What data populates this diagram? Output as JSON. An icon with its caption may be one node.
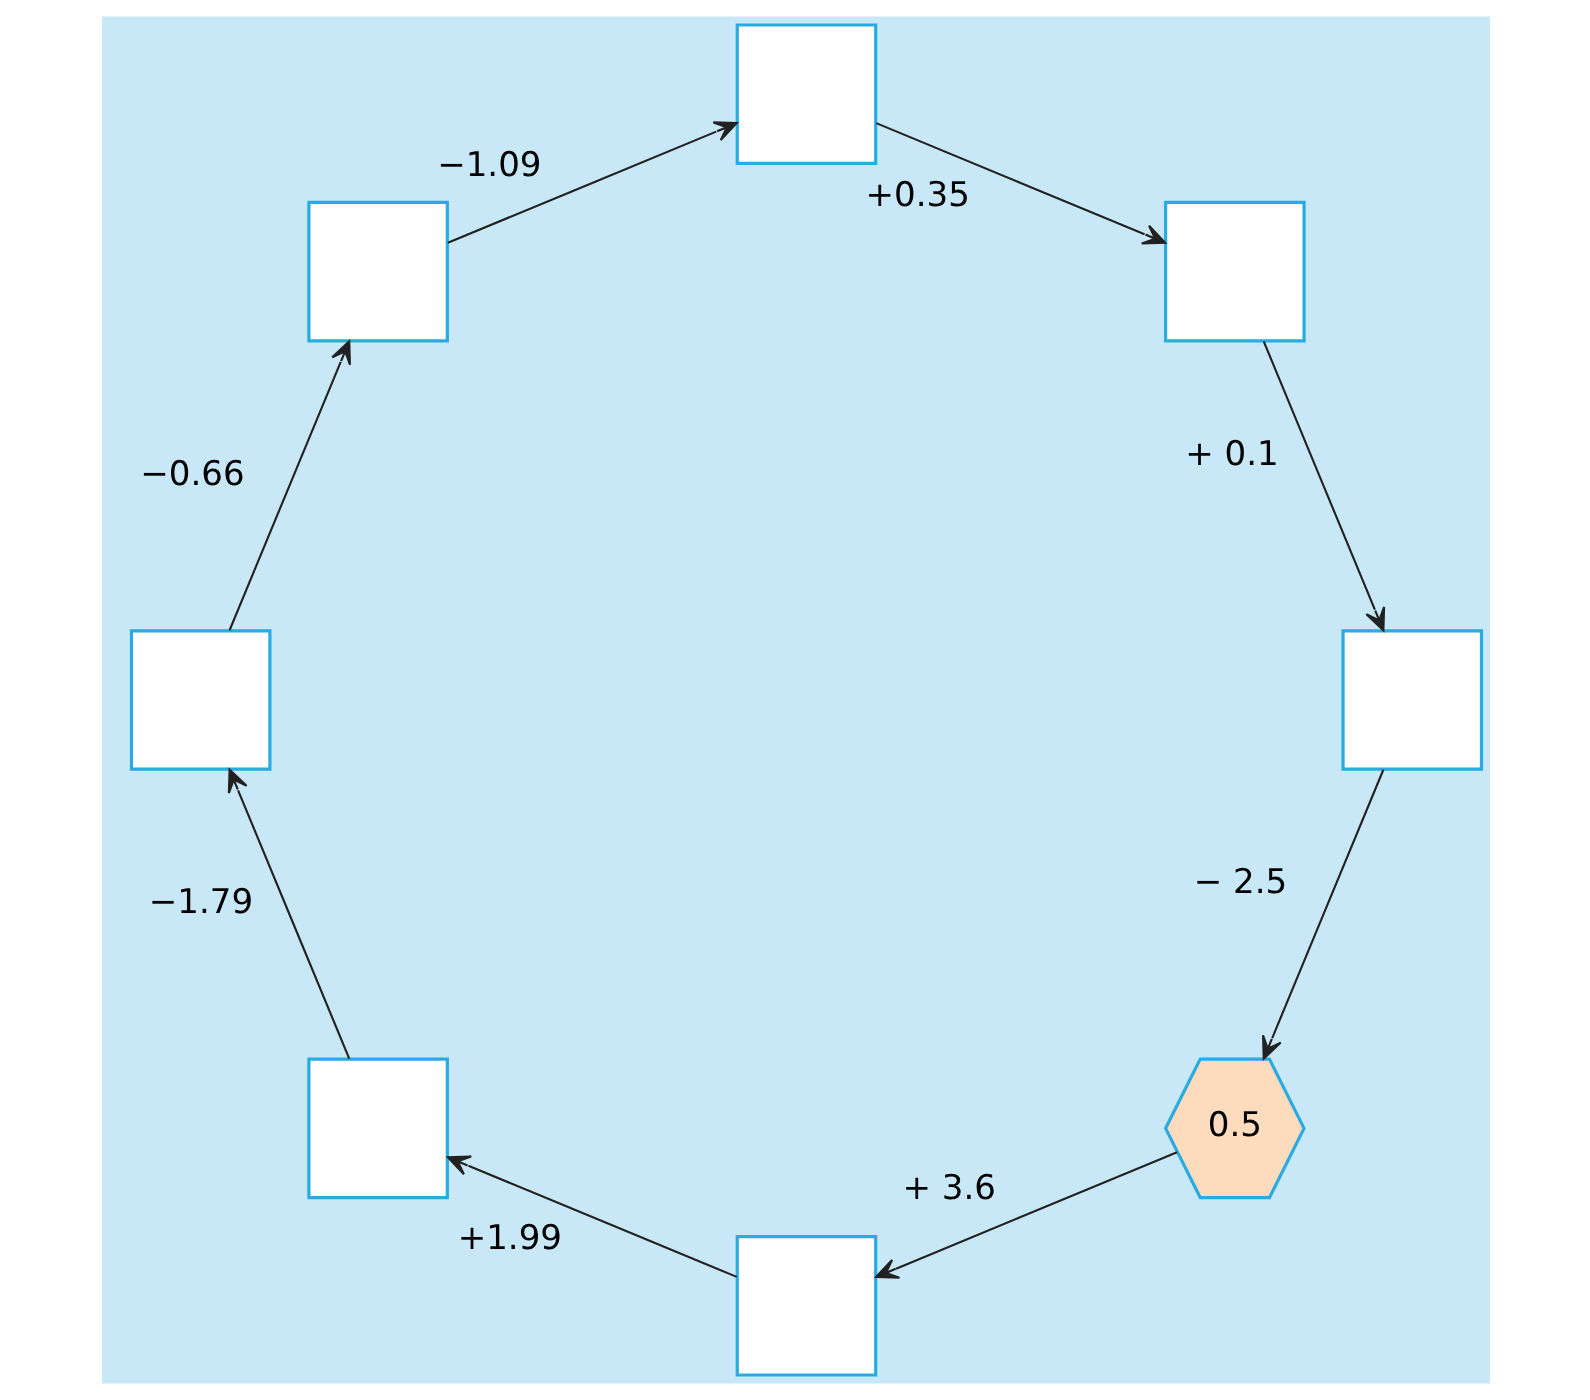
{
  "diagram": {
    "nodes": [
      {
        "text": [
          "0.5"
        ]
      },
      {
        "text": [],
        "shape": "box"
      },
      {
        "text": [],
        "shape": "box"
      },
      {
        "text": [],
        "shape": "box"
      },
      {
        "text": [],
        "shape": "box"
      },
      {
        "text": [],
        "shape": "box"
      },
      {
        "text": [],
        "shape": "box"
      },
      {
        "text": [],
        "shape": "box"
      }
    ],
    "edges": [
      {
        "from": 0,
        "to": 1,
        "arrow": "to",
        "label": "+ 3.6"
      },
      {
        "from": 1,
        "to": 2,
        "arrow": "to",
        "label": "+1.99"
      },
      {
        "from": 2,
        "to": 3,
        "arrow": "to",
        "label": "−1.79"
      },
      {
        "from": 3,
        "to": 4,
        "arrow": "to",
        "label": "−0.66"
      },
      {
        "from": 4,
        "to": 5,
        "arrow": "to",
        "label": "−1.09"
      },
      {
        "from": 5,
        "to": 6,
        "arrow": "to",
        "label": "+0.35"
      },
      {
        "from": 6,
        "to": 7,
        "arrow": "to",
        "label": "+ 0.1"
      },
      {
        "from": 7,
        "to": 0,
        "arrow": "to",
        "label": "− 2.5"
      }
    ]
  }
}
